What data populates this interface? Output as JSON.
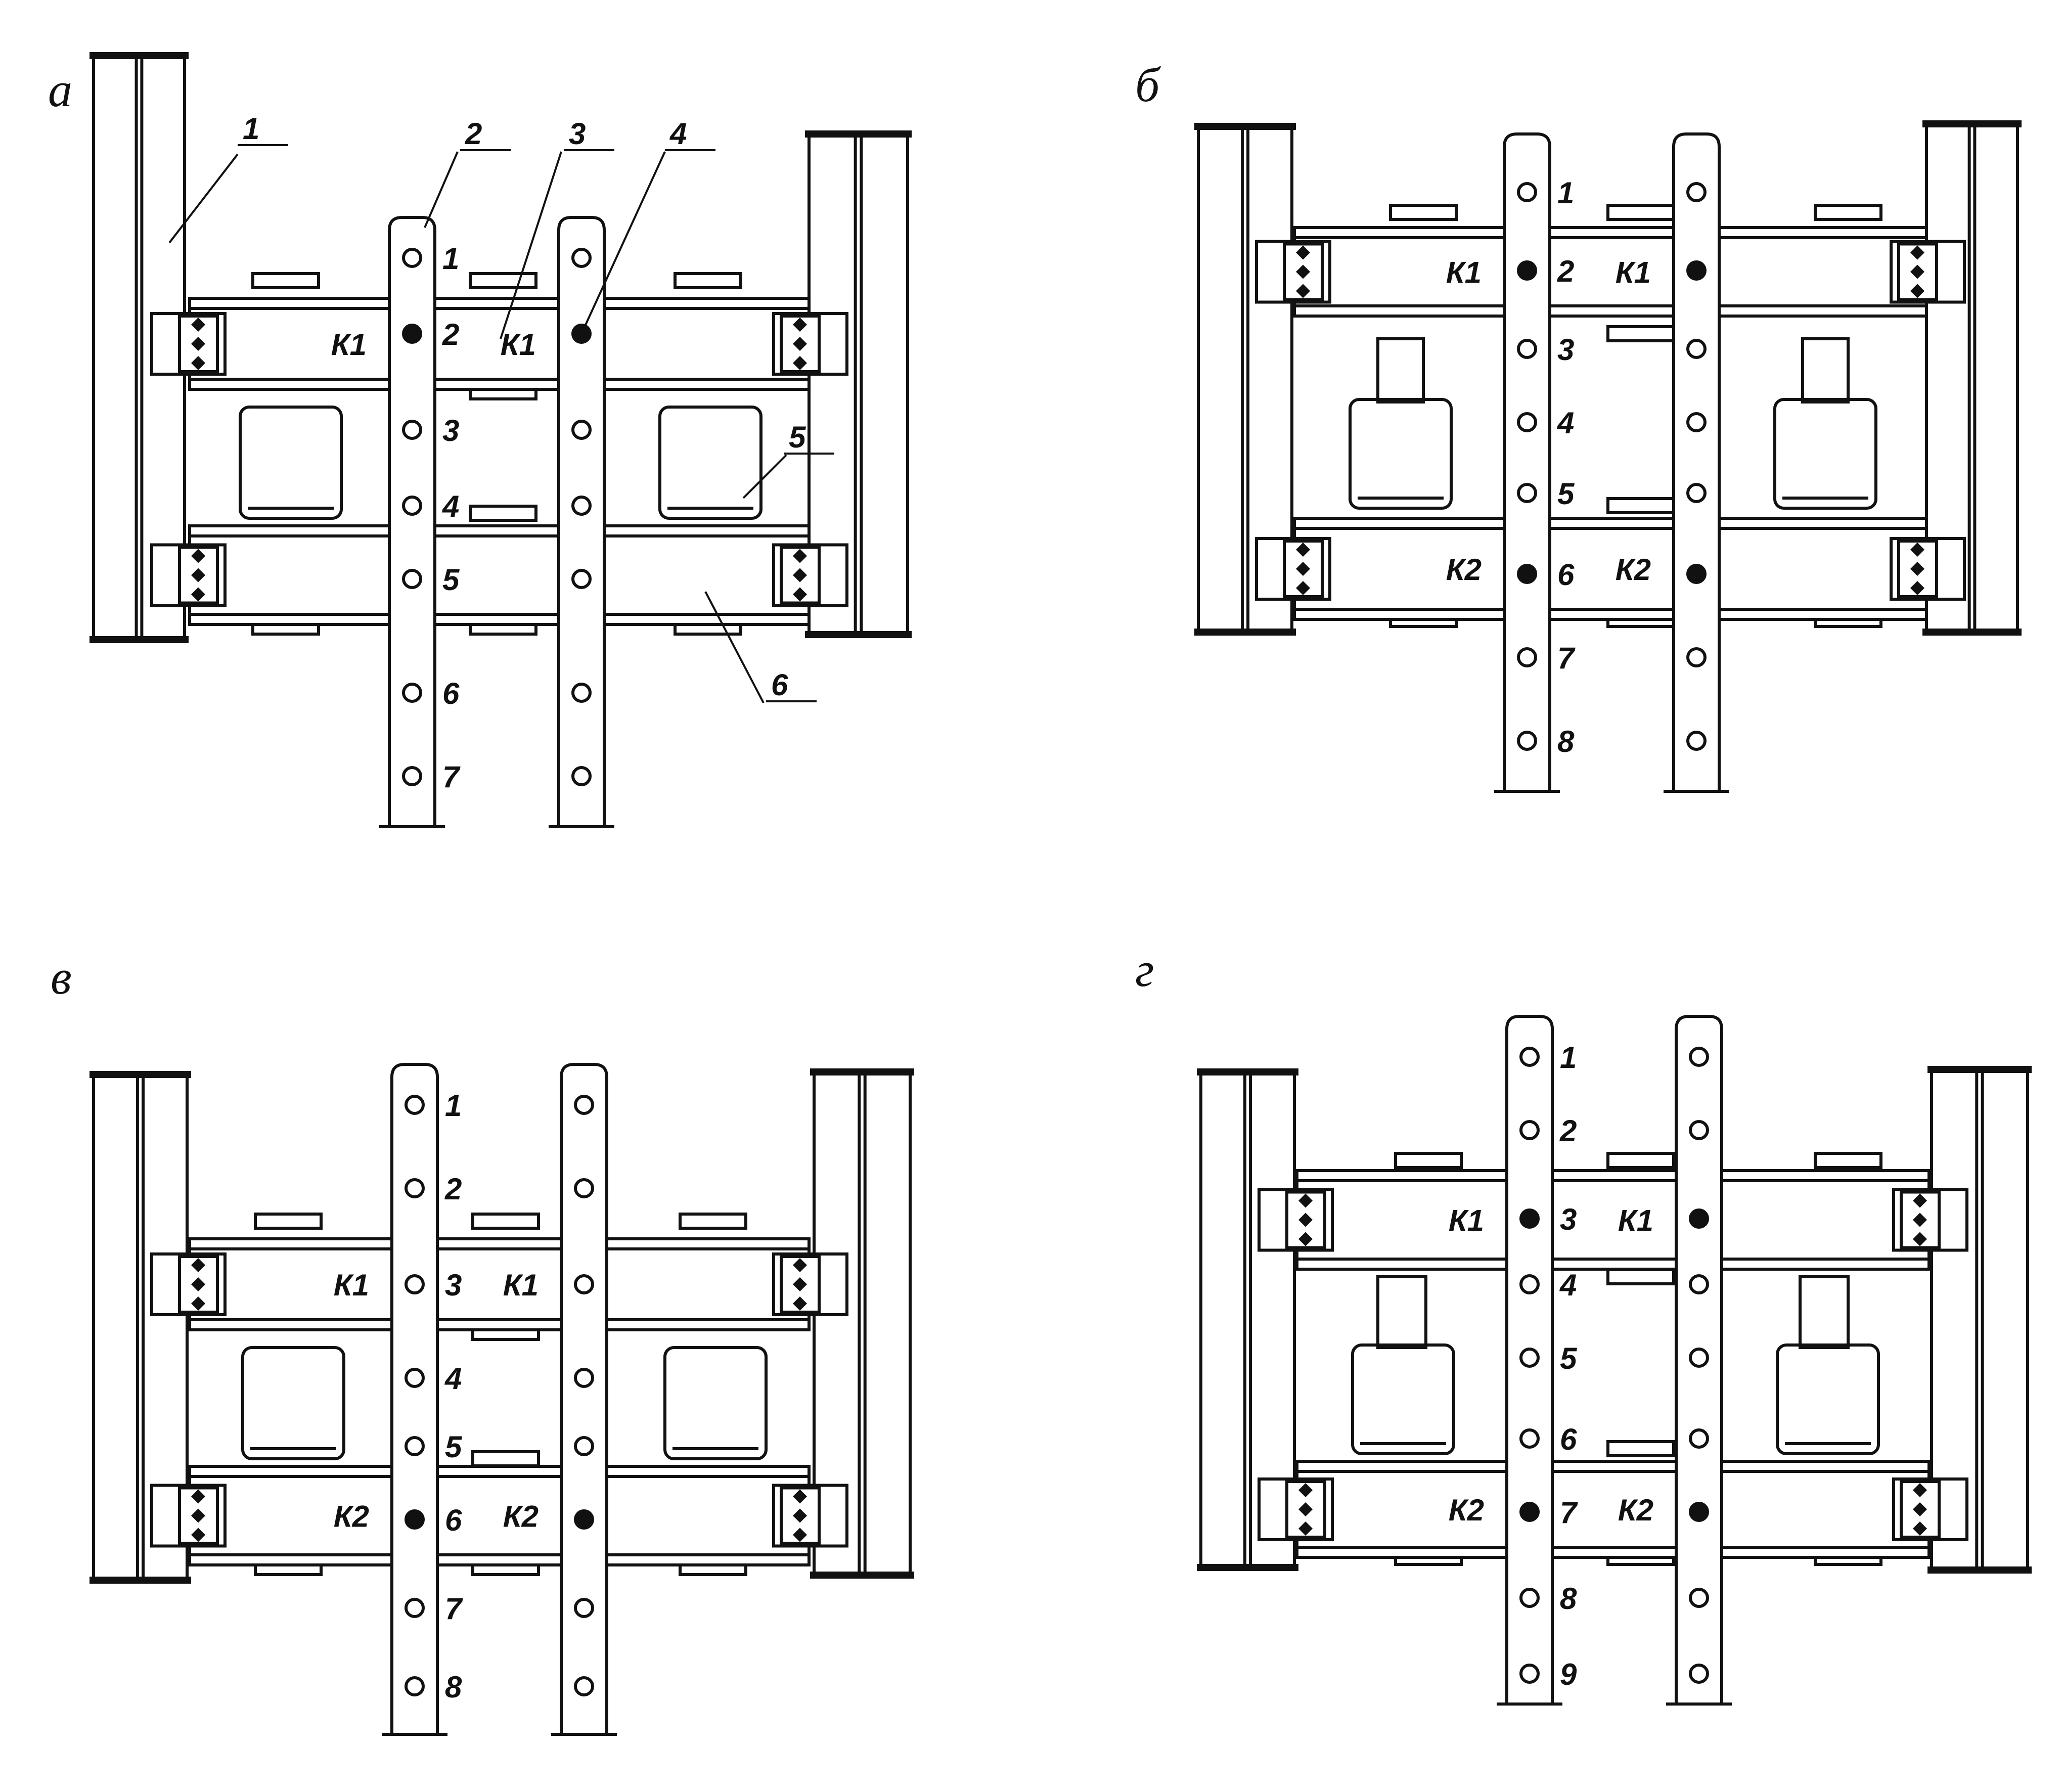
{
  "panels": [
    {
      "id": "a",
      "label": "а",
      "k1_labels": [
        "К1",
        "К1"
      ],
      "k2_labels": [],
      "hole_numbers": [
        "1",
        "2",
        "3",
        "4",
        "5",
        "6",
        "7"
      ],
      "callouts": [
        "1",
        "2",
        "3",
        "4",
        "5",
        "6"
      ]
    },
    {
      "id": "b",
      "label": "б",
      "k1_labels": [
        "К1",
        "К1"
      ],
      "k2_labels": [
        "К2",
        "К2"
      ],
      "hole_numbers": [
        "1",
        "2",
        "3",
        "4",
        "5",
        "6",
        "7",
        "8"
      ],
      "callouts": []
    },
    {
      "id": "v",
      "label": "в",
      "k1_labels": [
        "К1",
        "К1"
      ],
      "k2_labels": [
        "К2",
        "К2"
      ],
      "hole_numbers": [
        "1",
        "2",
        "3",
        "4",
        "5",
        "6",
        "7",
        "8"
      ],
      "callouts": []
    },
    {
      "id": "g",
      "label": "г",
      "k1_labels": [
        "К1",
        "К1"
      ],
      "k2_labels": [
        "К2",
        "К2"
      ],
      "hole_numbers": [
        "1",
        "2",
        "3",
        "4",
        "5",
        "6",
        "7",
        "8",
        "9"
      ],
      "callouts": []
    }
  ]
}
